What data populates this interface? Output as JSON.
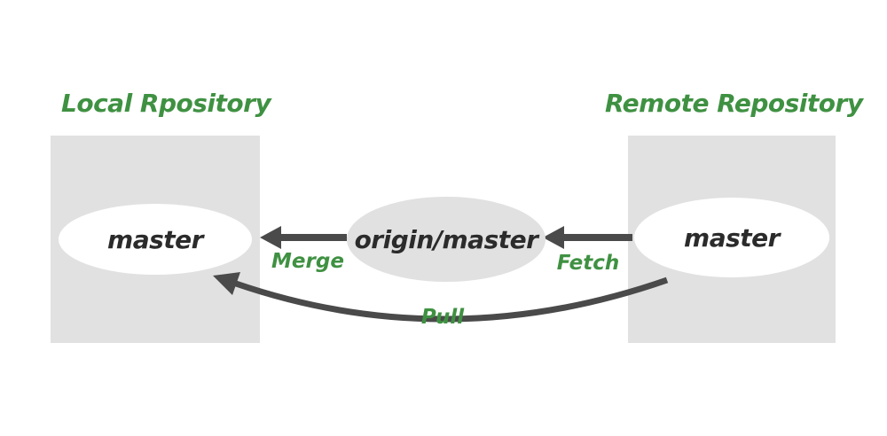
{
  "diagram": {
    "title_local": "Local Rpository",
    "title_remote": "Remote Repository",
    "nodes": {
      "local_master": "master",
      "origin_master": "origin/master",
      "remote_master": "master"
    },
    "arrow_labels": {
      "merge": "Merge",
      "fetch": "Fetch",
      "pull": "Pull"
    },
    "colors": {
      "accent_green": "#3f9142",
      "arrow_gray": "#4a4a4a",
      "box_gray": "#e1e1e1",
      "node_text": "#2b2b2b",
      "background": "#ffffff"
    }
  }
}
